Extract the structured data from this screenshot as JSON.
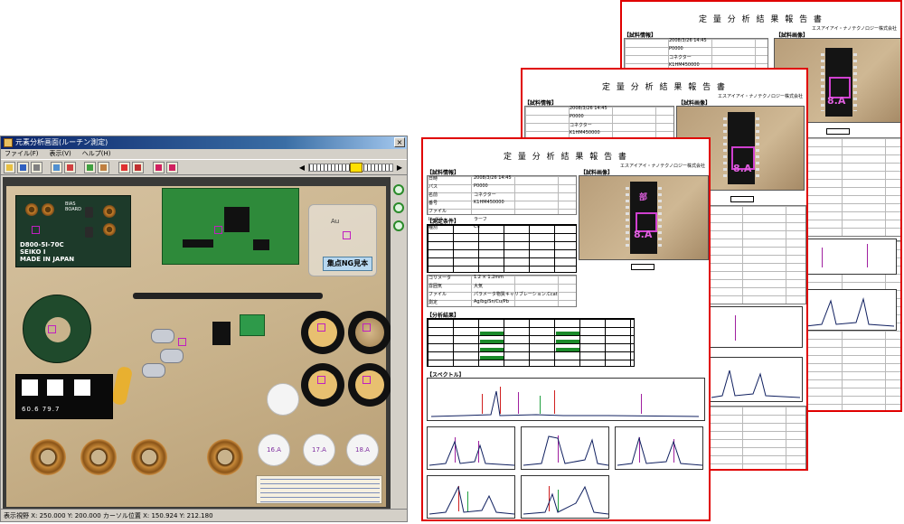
{
  "window": {
    "title": "元素分析画面(ルーチン測定)",
    "menu": [
      "ファイル(F)",
      "表示(V)",
      "ヘルプ(H)"
    ],
    "close_glyph": "×",
    "status": "表示視野 X: 250.000 Y: 200.000  カーソル位置 X: 150.924 Y: 212.180"
  },
  "toolbar_icons": [
    "open-icon",
    "save-icon",
    "print-icon",
    "camera-icon",
    "flag-icon",
    "person-icon",
    "hand-icon",
    "person-red-icon",
    "person-alt-icon",
    "cross-icon",
    "cross-alt-icon"
  ],
  "board_labels": {
    "pcb_a": "D800-5I-70C\nSEIKO I\nMADE IN JAPAN",
    "pcb_a_small": "BIAS\nBOARD",
    "box_text": "Au",
    "ng_tag": "集点NG見本",
    "led_text": "60.6 79.7",
    "disk_labels": [
      "16.A",
      "17.A",
      "18.A"
    ]
  },
  "reports": {
    "title": "定 量 分 析 結 果 報 告 書",
    "company": "エスアイアイ・ナノテクノロジー株式会社",
    "sec_sample": "【試料情報】",
    "sec_image": "【試料画像】",
    "sec_cond": "【測定条件】",
    "sec_result": "【分析結果】",
    "sec_spectrum": "【スペクトル】",
    "sample_rows": [
      "日時",
      "2008/3/26 14:45",
      "パス",
      "P0000",
      "名前",
      "コネクター",
      "番号",
      "K1HM450000",
      "ファイル",
      "",
      "Iレベル",
      "ラーフ",
      "種別",
      "Ch"
    ],
    "cond_rows": [
      "コリメータ",
      "1.2 × 1.2mm",
      "雰囲気",
      "大気",
      "ファイル",
      "パラメータ物質キャリブレーション.Ccat",
      "測定",
      "Ag/bg/Sn/Cu/Pb"
    ],
    "photo_label": "8.A",
    "photo_marks": [
      "部",
      "8.A"
    ]
  },
  "colors": {
    "sheet_border": "#e00000",
    "marker": "#d040d0",
    "titlebar": "#0a246a"
  }
}
